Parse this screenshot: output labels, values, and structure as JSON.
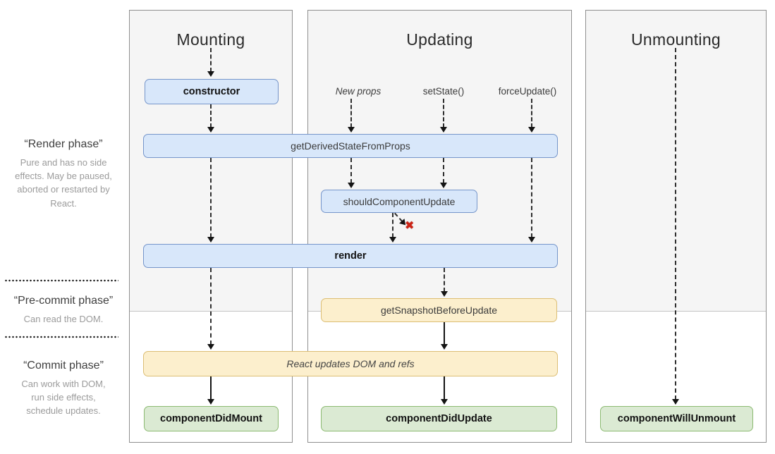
{
  "side_panel": {
    "phases": [
      {
        "title": "“Render phase”",
        "description": "Pure and has no side effects. May be paused, aborted or restarted by React."
      },
      {
        "title": "“Pre-commit phase”",
        "description": "Can read the DOM."
      },
      {
        "title": "“Commit phase”",
        "description": "Can work with DOM, run side effects, schedule updates."
      }
    ]
  },
  "columns": [
    {
      "title": "Mounting"
    },
    {
      "title": "Updating"
    },
    {
      "title": "Unmounting"
    }
  ],
  "triggers": {
    "new_props": "New props",
    "set_state": "setState()",
    "force_update": "forceUpdate()"
  },
  "nodes": {
    "constructor": "constructor",
    "get_derived_state_from_props": "getDerivedStateFromProps",
    "should_component_update": "shouldComponentUpdate",
    "render": "render",
    "get_snapshot_before_update": "getSnapshotBeforeUpdate",
    "react_updates_dom": "React updates DOM and refs",
    "component_did_mount": "componentDidMount",
    "component_did_update": "componentDidUpdate",
    "component_will_unmount": "componentWillUnmount"
  },
  "icons": {
    "abort_x": "✖"
  },
  "colors": {
    "blue_fill": "#d8e7fa",
    "blue_border": "#7595ca",
    "yellow_fill": "#fcefcd",
    "yellow_border": "#dcbe74",
    "green_fill": "#dbead3",
    "green_border": "#8cba72",
    "phase_gray": "#f5f5f5",
    "abort_red": "#cd2315"
  }
}
